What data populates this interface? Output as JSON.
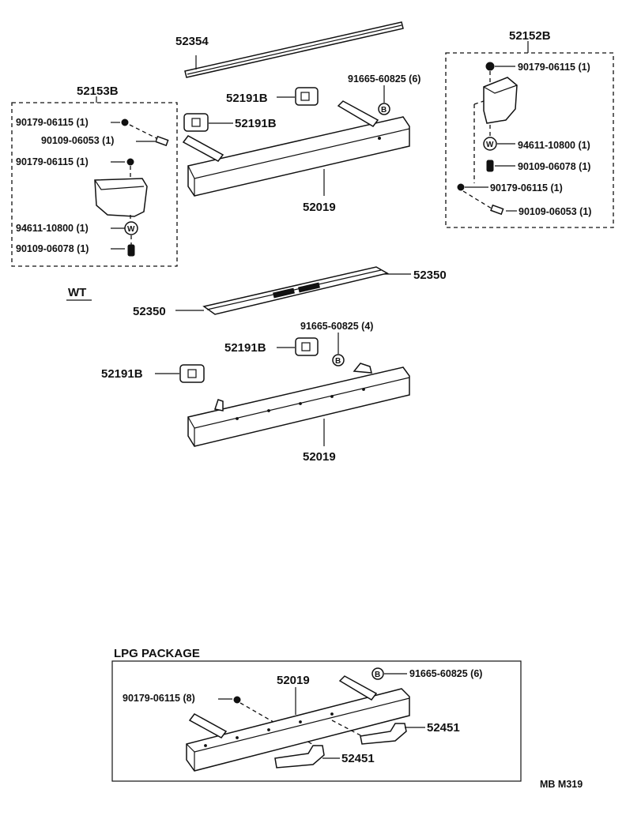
{
  "rubber_strip": {
    "part_no": "52354"
  },
  "upper_bumper": {
    "bar": "52019",
    "cap_front": "52191B",
    "cap_rear": "52191B",
    "bolt": "91665-60825 (6)",
    "bolt_symbol": "B"
  },
  "left_assembly": {
    "title": "52153B",
    "items": [
      "90179-06115 (1)",
      "90109-06053 (1)",
      "90179-06115 (1)",
      "94611-10800 (1)",
      "90109-06078 (1)"
    ],
    "washer_symbol": "W"
  },
  "right_assembly": {
    "title": "52152B",
    "items": [
      "90179-06115 (1)",
      "94611-10800 (1)",
      "90109-06078 (1)",
      "90179-06115 (1)",
      "90109-06053 (1)"
    ],
    "washer_symbol": "W"
  },
  "wt_section": {
    "heading": "WT",
    "step_right": "52350",
    "step_left": "52350",
    "cap_rear": "52191B",
    "cap_front": "52191B",
    "bolt": "91665-60825 (4)",
    "bolt_symbol": "B",
    "bar": "52019"
  },
  "lpg_section": {
    "heading": "LPG PACKAGE",
    "bar": "52019",
    "bolt": "91665-60825 (6)",
    "bolt_symbol": "B",
    "nut": "90179-06115 (8)",
    "bracket_right": "52451",
    "bracket_left": "52451"
  },
  "footer": {
    "code": "MB  M319"
  }
}
